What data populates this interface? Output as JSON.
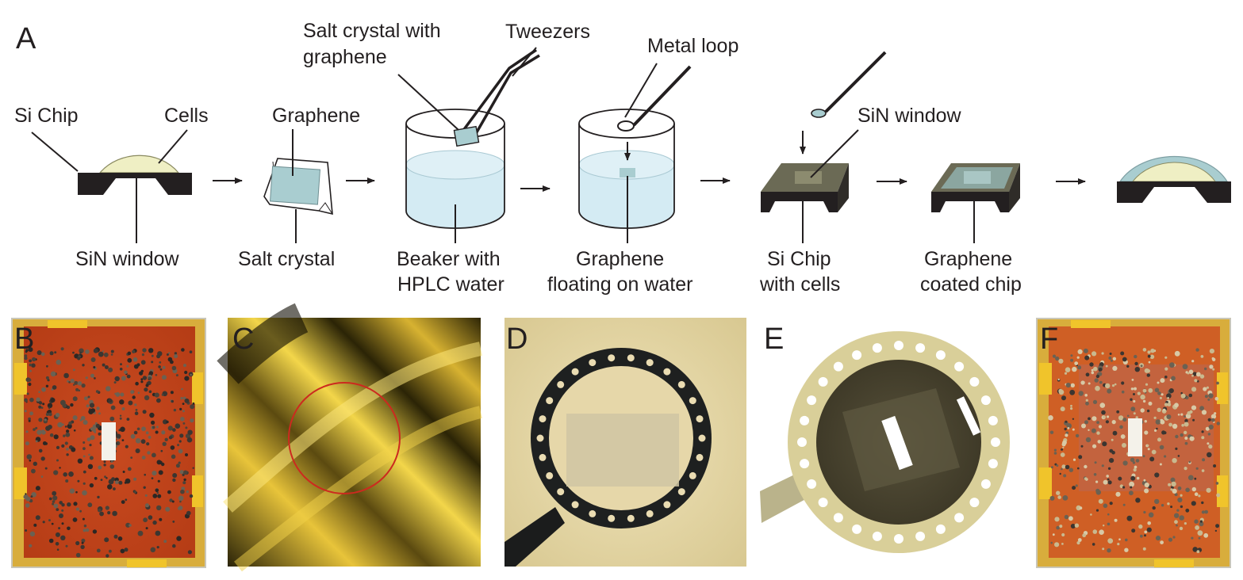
{
  "panel_labels": {
    "a": "A",
    "b": "B",
    "c": "C",
    "d": "D",
    "e": "E",
    "f": "F"
  },
  "labels": {
    "si_chip": "Si Chip",
    "cells": "Cells",
    "sin_window_1": "SiN window",
    "graphene": "Graphene",
    "salt_crystal": "Salt crystal",
    "salt_crystal_with": "Salt crystal with",
    "graphene_2": "graphene",
    "tweezers": "Tweezers",
    "beaker_with": "Beaker with",
    "hplc_water": "HPLC water",
    "metal_loop": "Metal loop",
    "graphene_floating_1": "Graphene",
    "graphene_floating_2": "floating on water",
    "sin_window_2": "SiN window",
    "si_chip_cells_1": "Si Chip",
    "si_chip_cells_2": "with cells",
    "graphene_coated_1": "Graphene",
    "graphene_coated_2": "coated chip"
  },
  "colors": {
    "ink": "#231f20",
    "chip": "#231f20",
    "cells": "#efefc4",
    "water": "#d4ebf3",
    "graphene": "#a9cdd0",
    "si_red": "#c9471d",
    "gold": "#e9b52a",
    "micro_beige": "#e2d2a4"
  }
}
